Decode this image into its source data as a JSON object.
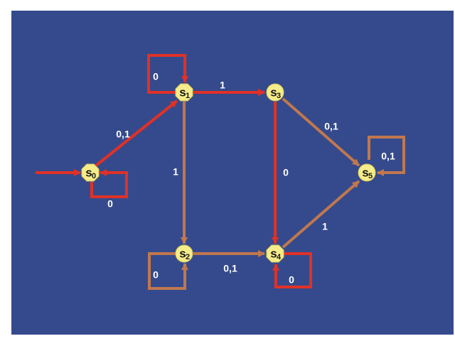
{
  "colors": {
    "background": "#354a8c",
    "red_edge": "#e03126",
    "brown_edge": "#c0784e",
    "state_fill": "#f5ec8a",
    "state_stroke": "#d8c65c",
    "label": "#ffffff"
  },
  "states": [
    {
      "id": "s0",
      "letter": "s",
      "sub": "0",
      "shape": "octagon"
    },
    {
      "id": "s1",
      "letter": "s",
      "sub": "1",
      "shape": "octagon"
    },
    {
      "id": "s2",
      "letter": "s",
      "sub": "2",
      "shape": "circle"
    },
    {
      "id": "s3",
      "letter": "s",
      "sub": "3",
      "shape": "circle"
    },
    {
      "id": "s4",
      "letter": "s",
      "sub": "4",
      "shape": "octagon"
    },
    {
      "id": "s5",
      "letter": "s",
      "sub": "5",
      "shape": "circle"
    }
  ],
  "transitions": [
    {
      "from": "start",
      "to": "s0",
      "label": "",
      "color": "red"
    },
    {
      "from": "s0",
      "to": "s0",
      "label": "0",
      "color": "red"
    },
    {
      "from": "s0",
      "to": "s1",
      "label": "0,1",
      "color": "red"
    },
    {
      "from": "s1",
      "to": "s1",
      "label": "0",
      "color": "red"
    },
    {
      "from": "s1",
      "to": "s3",
      "label": "1",
      "color": "red"
    },
    {
      "from": "s1",
      "to": "s2",
      "label": "1",
      "color": "brown"
    },
    {
      "from": "s3",
      "to": "s4",
      "label": "0",
      "color": "red"
    },
    {
      "from": "s3",
      "to": "s5",
      "label": "0,1",
      "color": "brown"
    },
    {
      "from": "s2",
      "to": "s2",
      "label": "0",
      "color": "brown"
    },
    {
      "from": "s2",
      "to": "s4",
      "label": "0,1",
      "color": "brown"
    },
    {
      "from": "s4",
      "to": "s4",
      "label": "0",
      "color": "red"
    },
    {
      "from": "s4",
      "to": "s5",
      "label": "1",
      "color": "brown"
    },
    {
      "from": "s5",
      "to": "s5",
      "label": "0,1",
      "color": "brown"
    }
  ]
}
